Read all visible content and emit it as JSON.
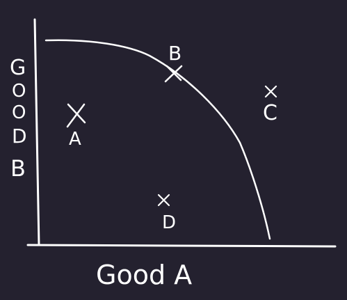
{
  "diagram": {
    "type": "production-possibilities-frontier",
    "background_color": "#24212f",
    "ink_color": "#ffffff",
    "x_axis_label": "Good A",
    "y_axis_label_letters": [
      "G",
      "O",
      "O",
      "D",
      "B"
    ],
    "points": [
      {
        "label": "A",
        "marker": "x"
      },
      {
        "label": "B",
        "marker": "x"
      },
      {
        "label": "C",
        "marker": "x"
      },
      {
        "label": "D",
        "marker": "x"
      }
    ]
  }
}
